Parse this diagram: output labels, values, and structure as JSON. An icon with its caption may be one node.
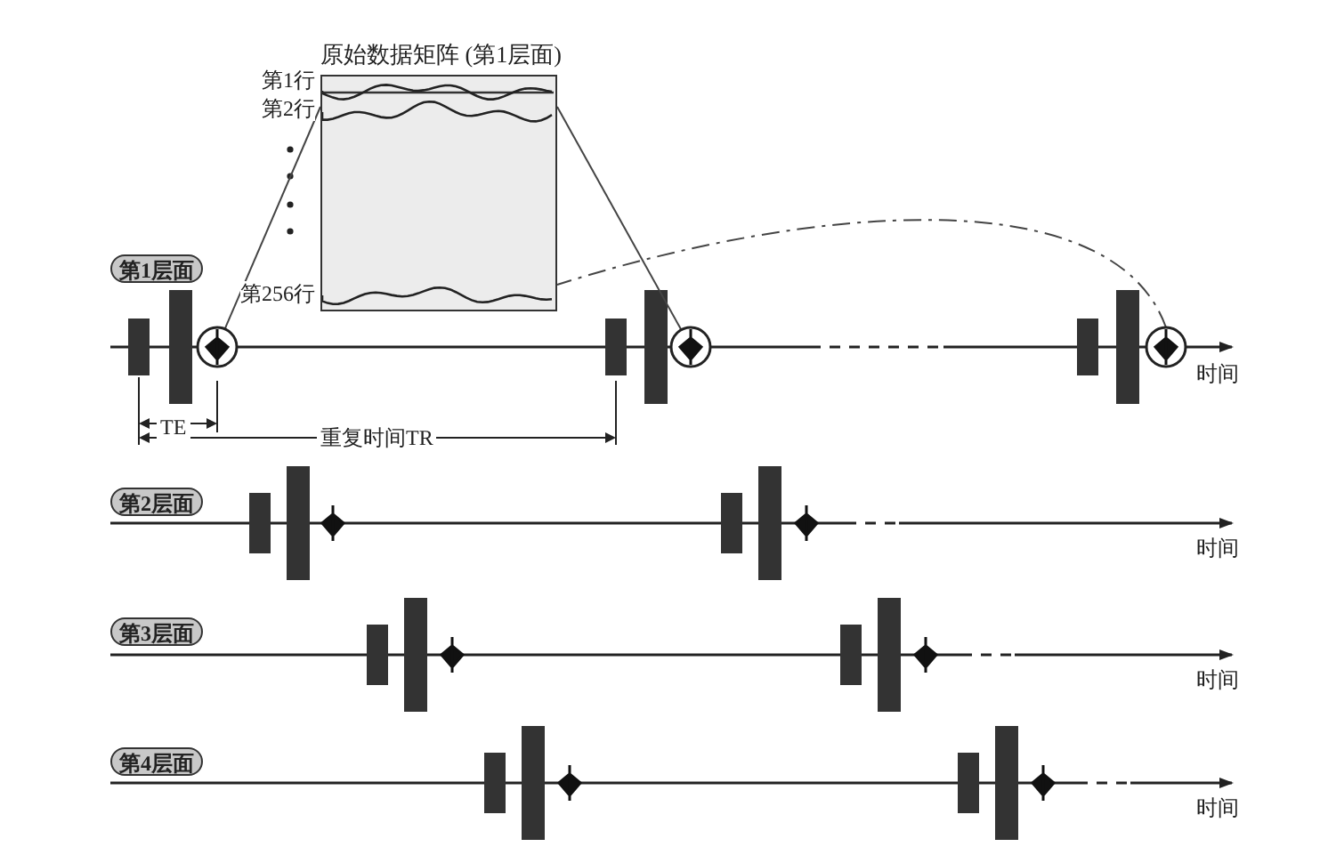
{
  "diagram": {
    "nodes": [
      {
        "text": [
          "原始数据矩阵 (第1层面)"
        ],
        "beside": [
          "第1行",
          "第2行",
          "第256行"
        ]
      },
      {
        "text": [
          "第1层面"
        ]
      },
      {
        "text": [],
        "shape": "circle"
      },
      {
        "text": [],
        "shape": "circle"
      },
      {
        "text": [],
        "shape": "circle"
      },
      {
        "text": [
          "第2层面"
        ]
      },
      {
        "text": [
          "第3层面"
        ]
      },
      {
        "text": [
          "第4层面"
        ]
      }
    ],
    "edges": [
      {
        "from": 2,
        "to": 0,
        "arrow": "none"
      },
      {
        "from": 3,
        "to": 0,
        "arrow": "none"
      },
      {
        "from": 4,
        "to": 0,
        "arrow": "none",
        "style": "dashed"
      }
    ],
    "labels": [
      "时间",
      "TE",
      "重复时间TR",
      "时间",
      "时间",
      "时间"
    ]
  }
}
